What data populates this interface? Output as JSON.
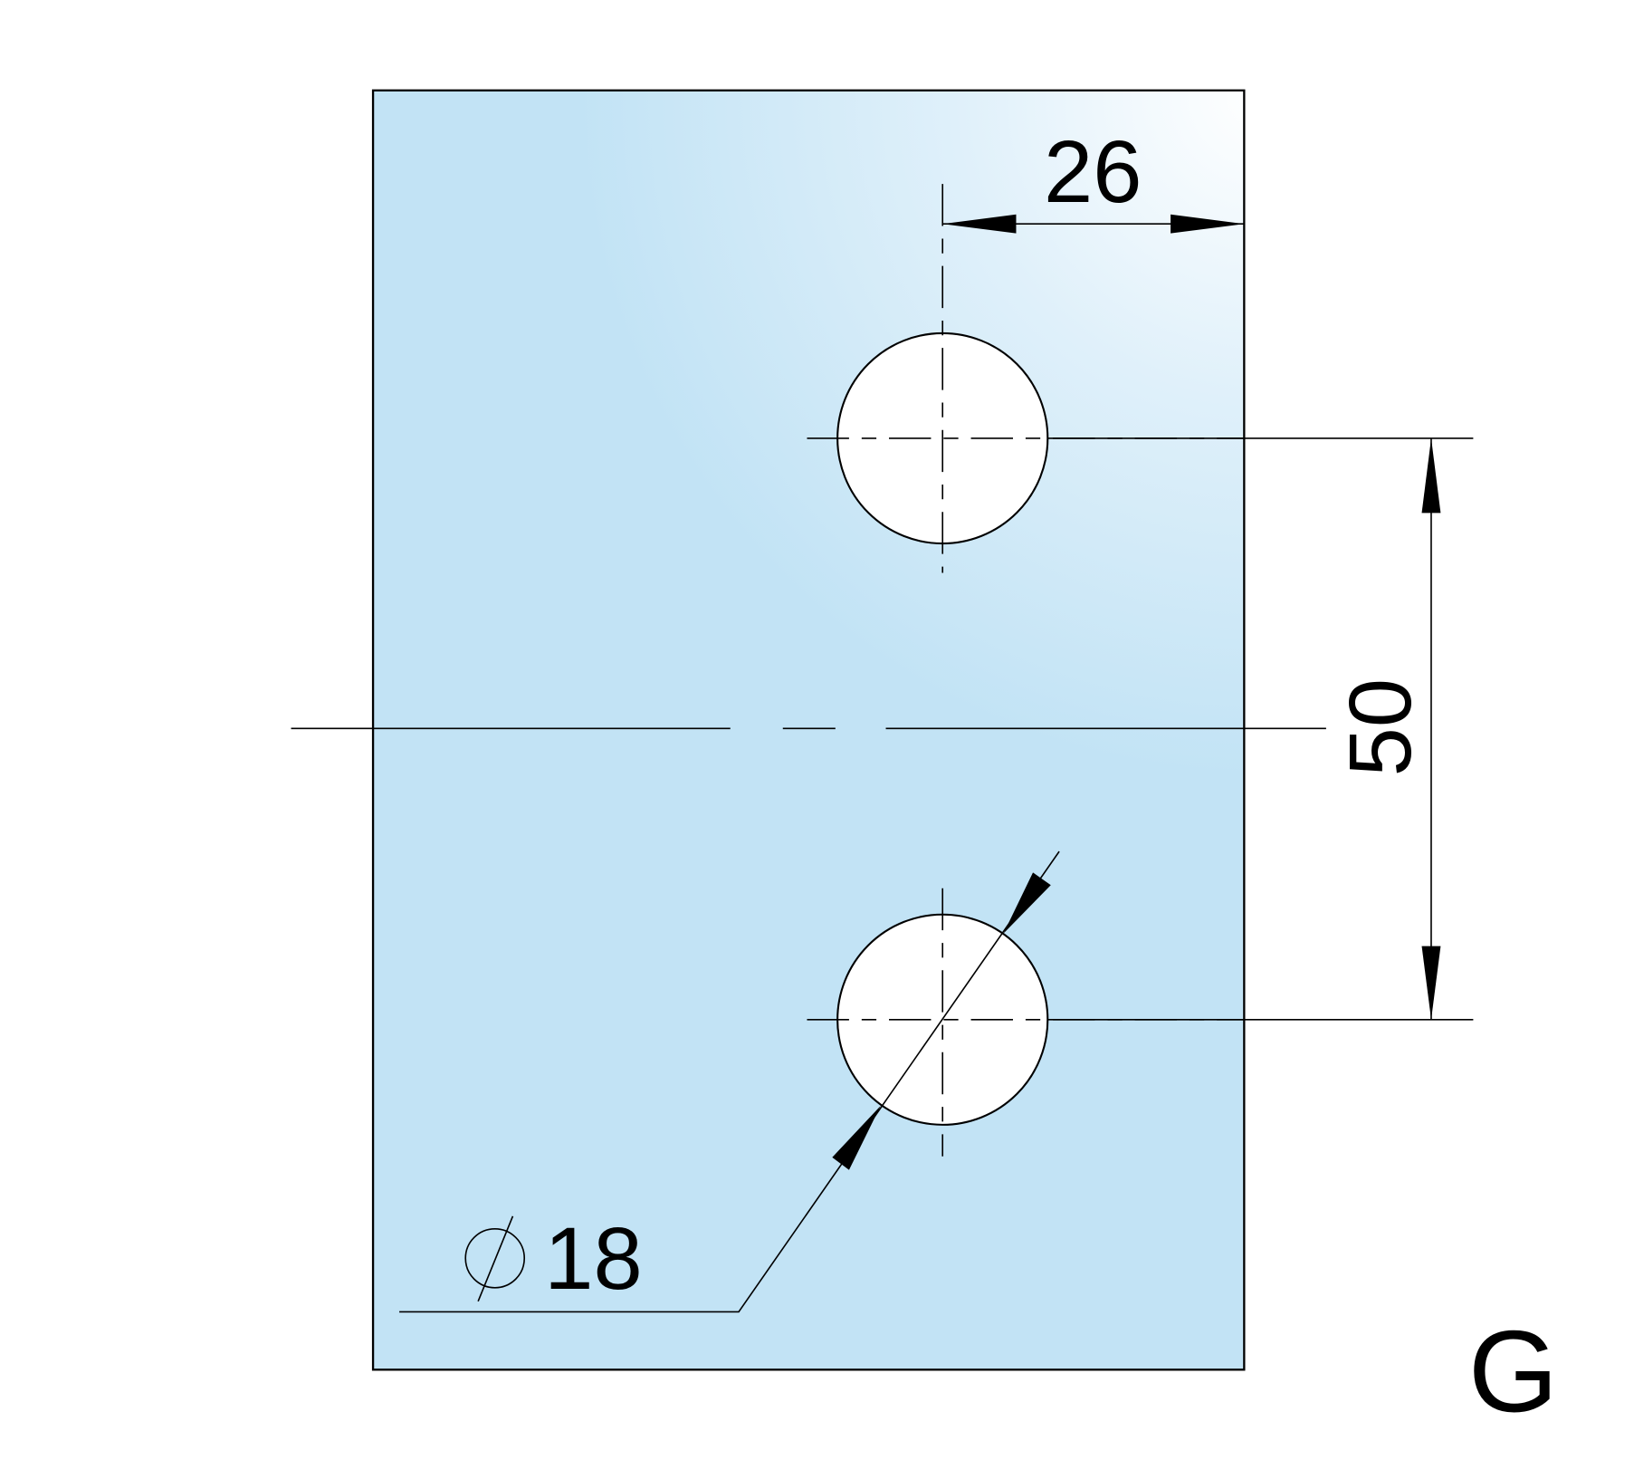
{
  "drawing": {
    "dim_horizontal": "26",
    "dim_vertical": "50",
    "diameter_symbol": "⌀",
    "dim_diameter": "18",
    "variant_label": "G",
    "plate_color": "#c2e3f5",
    "highlight_color": "#ffffff"
  }
}
